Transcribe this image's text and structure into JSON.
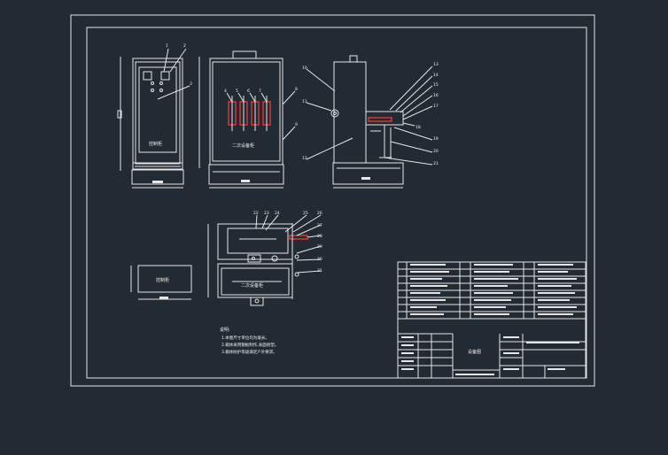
{
  "drawing": {
    "background": "#222a33",
    "line_color": "#e6e6e6",
    "accent_color": "#ff3b3b",
    "view_labels": {
      "front_panel": "控制柜",
      "box_body": "二次设备柜",
      "plan_box": "二次设备柜",
      "side_box": "控制柜"
    },
    "notes": {
      "heading": "说明:",
      "lines": [
        "1.本图尺寸单位均为毫米。",
        "2.箱体采用钢板制作,表面喷塑。",
        "3.箱体防护等级满足户外要求。"
      ]
    },
    "title_block": {
      "title": "设备图"
    }
  }
}
